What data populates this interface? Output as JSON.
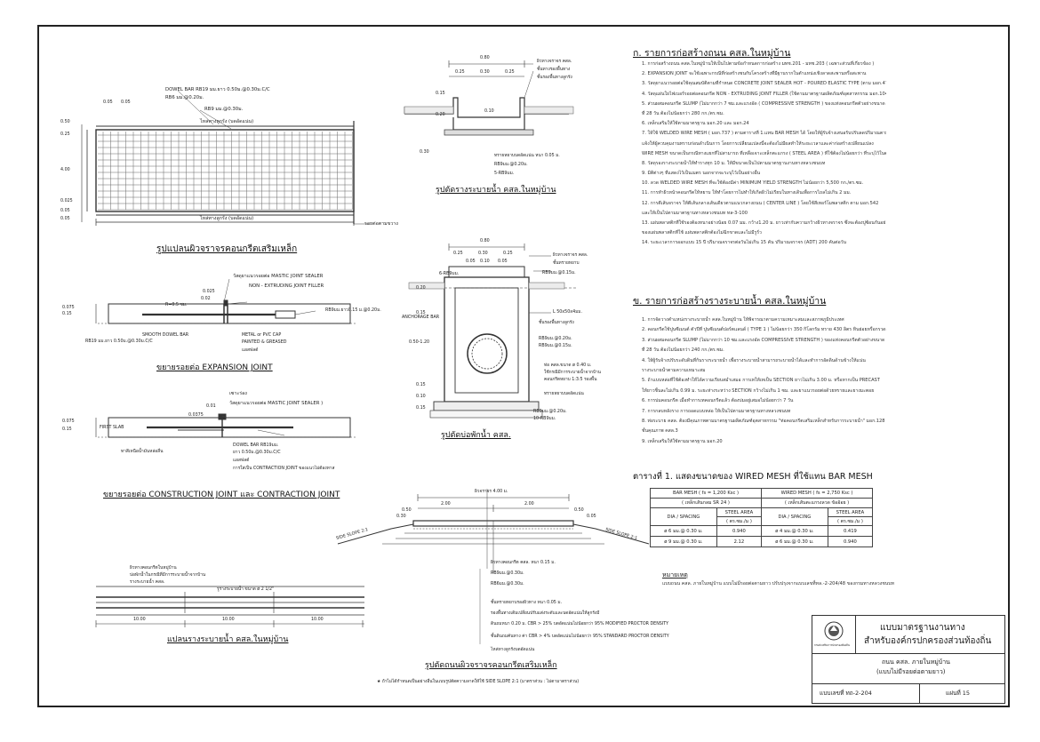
{
  "drawings": {
    "slab_plan": {
      "caption": "รูปแปลนผิวจราจรคอนกรีตเสริมเหล็ก",
      "dowel_note": "DOWEL BAR RB19 มม.ยาว 0.50ม.@0.30ม.C/C",
      "rb6_note": "RB6 มม.@0.20ม.",
      "rb9_note": "RB9 มม.@0.30ม.",
      "shoulder_top": "ไหล่ทางลูกรัง (บดอัดแน่น)",
      "shoulder_bottom": "ไหล่ทางลูกรัง (บดอัดแน่น)",
      "joint_note": "รอยต่อตามขวาง",
      "dims": {
        "d005a": "0.05",
        "d005b": "0.05",
        "d050": "0.50",
        "d025": "0.25",
        "d400": "4.00",
        "d0025": "0.025",
        "d005c": "0.05",
        "d005d": "0.05"
      }
    },
    "expansion_joint": {
      "caption": "ขยายรอยต่อ EXPANSION   JOINT",
      "sealer": "วัสดุยาแนวรอยต่อ MASTIC JOINT SEALER",
      "filler": "NON - EXTRUDING JOINT FILLER",
      "r_note": "R=0.5 ซม.",
      "rb9": "RB9มม.ยาว0.15 ม.@0.20ม.",
      "dowel_smooth": "SMOOTH DOWEL BAR",
      "dowel_spec": "RB19 มม.ยาว 0.50ม.@0.30ม.C/C",
      "cap_note": "METAL or PVC CAP",
      "painted": "PAINTED & GREASED",
      "asphalt": "แอสฟลต์",
      "d0075": "0.075",
      "d015": "0.15",
      "d0025": "0.025",
      "d002": "0.02"
    },
    "construction_joint": {
      "caption": "ขยายรอยต่อ CONSTRUCTION  JOINT และ  CONTRACTION  JOINT",
      "saw_cut": "เซาะร่อง",
      "sealer": "วัสดุยาแนวรอยต่อ MASTIC JOINT SEALER )",
      "first_slab": "FIRST SLAB",
      "dowel": "DOWEL BAR RB19มม.",
      "dowel_spec": "ยาว 0.50ม.@0.30ม.C/C",
      "asphalt": "แอสฟลต์",
      "contraction": "การใส่เป็น CONTRACTION  JOINT ของแนวไม่ต้องทาส",
      "keyway": "ทาสีเหนือน้ำมันหล่อลื่น",
      "d0075": "0.075",
      "d015": "0.15",
      "d001": "0.01",
      "d00375": "0.0375"
    },
    "drain_section": {
      "caption": "รูปตัดรางระบายน้ำ คสล.ในหมู่บ้าน",
      "top_dim": "0.80",
      "d025a": "0.25",
      "d030": "0.30",
      "d025b": "0.25",
      "d010": "0.10",
      "d015": "0.15",
      "d020": "0.20",
      "d030b": "0.30",
      "road_surface": "ผิวทางจราจร คสล.",
      "base": "ชั้นทางรองพื้นทาง",
      "subbase": "ชั้นรองพื้นทางลูกรัง",
      "sand": "ทรายหยาบบดอัดแน่น หนา 0.05 ม.",
      "rb9": "RB9มม.@0.20ม.",
      "rb6": "5-RB9มม."
    },
    "manhole": {
      "caption": "รูปตัดบ่อพักน้ำ  คสล.",
      "d080": "0.80",
      "d025a": "0.25",
      "d030": "0.30",
      "d025b": "0.25",
      "d005a": "0.05",
      "d005b": "0.05",
      "d010": "0.10",
      "d020": "0.20",
      "d015a": "0.15",
      "depth": "0.50-1.20",
      "d015b": "0.15",
      "d010b": "0.10",
      "d015c": "0.15",
      "rb9_top": "6-RB9มม.",
      "rb9_spacing": "RB9มม.@0.15ม.",
      "road": "ผิวทางจราจร คสล.",
      "base": "ชั้นทรายหยาบ",
      "angle": "L 50x50x4มม.",
      "anchorage": "ANCHORAGE BAR",
      "rb9_0_20": "RB9มม.@0.20ม.",
      "rb9_0_15": "RB9มม.@0.15ม.",
      "subbase": "ชั้นรองพื้นทางลูกรัง",
      "pipe_note": "ท่อ คสล.ขนาด ø 0.40 ม.",
      "pipe_note2": "ใช้กรณีมีการระบายน้ำจากบ้าน",
      "concrete": "คอนกรีตหยาบ 1:3:5 รองพื้น",
      "sand": "ทรายหยาบบดอัดแน่น",
      "rb9_b": "RB9มม.@0.20ม.",
      "rb10": "10-RB9มม."
    },
    "drain_plan": {
      "caption": "แปลนรางระบายน้ำ คสล.ในหมู่บ้าน",
      "note1": "ผิวทางคอนกรีตในหมู่บ้าน",
      "note2": "บ่อพักน้ำในกรณีที่มีการระบายน้ำจากบ้าน",
      "note3": "รางระบายน้ำ คสล.",
      "note4": "รูรางระบายน้ำ ขนาด ø 2  1/2\"",
      "dims": [
        "10.00",
        "10.00",
        "10.00"
      ]
    },
    "road_section": {
      "caption": "รูปตัดถนนผิวจราจรคอนกรีตเสริมเหล็ก",
      "footnote": "★ ถ้าไม่ได้กำหนดเป็นอย่างอื่นในแบบรูปตัดความลาดให้ใช้  SIDE SLOPE 2:1  (มาตราส่วน : ไม่ตามาตราส่วน)",
      "width": "ผิวจราจร 4.00 ม.",
      "d200a": "2.00",
      "d200b": "2.00",
      "d050a": "0.50",
      "d050b": "0.50",
      "d030": "0.30",
      "d005": "0.05",
      "side_slope_left": "SIDE SLOPE 2:1",
      "side_slope_right": "SIDE SLOPE 2:1",
      "layers": [
        "ผิวทางคอนกรีต คสล. หนา 0.15 ม.",
        "RB9มม.@0.30ม.",
        "RB6มม.@0.30ม.",
        "ชั้นทรายหยาบรองผิวทาง หนา 0.05 ม.",
        "รองพื้นทางเดิมเปลี่ยนปรับแต่งระดับและบดอัดแน่นให้ลูกรังมี",
        "ดินถมหนา 0.20 ม. CBR > 25% บดอัดแน่นไม่น้อยกว่า 95% MODIFIED PROCTOR DENSITY",
        "ชั้นดินถมคันทาง ค่า CBR > 4% บดอัดแน่นไม่น้อยกว่า 95% STANDARD PROCTOR DENSITY",
        "ไหล่ทางลูกรังบดอัดแน่น"
      ]
    }
  },
  "specs": {
    "section_a_title": "ก. รายการก่อสร้างถนน คสล.ในหมู่บ้าน",
    "section_a": [
      "1.  การก่อสร้างถนน คสล.ในหมู่บ้านให้เป็นไปตามข้อกำหนดการก่อสร้าง มทช.201 - มทช.203  ( เฉพาะส่วนที่เกี่ยวข้อง )",
      "2.  EXPANSION JOINT จะใช้เฉพาะกรณีที่ก่อสร้างชนกับโครงสร้างที่มีฐานรากในตำแหน่งเชิงลาดสะพานหรือสะพาน",
      "3.  วัสดุยาแนวรอยต่อใช้คุณสมบัติตามที่กำหนด CONCRETE JOINT SEALER HOT - POURED ELASTIC TYPE (ตาม มอก.479",
      "4.  วัสดุแผ่นใยไฟเบอร์รอยต่อคอนกรีต NON - EXTRUDING JOINT FILLER (ใช้ตามมาตรฐานผลิตภัณฑ์อุตสาหกรรม มอก.104)",
      "5.  ส่วนผสมคอนกรีต SLUMP (ไม่มากกว่า 7 ซม.และแรงอัด ( COMPRESSIVE STRENGTH ) ของแท่งคอนกรีตตัวอย่างขนาด 15x15x15 ซม.",
      "     ที่ 28 วัน ต้องไม่น้อยกว่า 280 กก./ตร.ซม.",
      "6.  เหล็กเสริมให้ใช้ตามมาตรฐาน มอก.20 และ มอก.24",
      "7.  ให้ใช้ WELDED WIRE MESH ( มอก.737 ) ตามตารางที่ 1.แทน BAR MESH ได้ โดยให้ผู้รับจ้างเสนอรับปรับลดปริมาณตามผู้ควบคุม",
      "     แจ้งให้ผู้ควบคุมงานทราบก่อนดำเนินการ โดยการเปลี่ยนแปลงนี้จะต้องไม่มีผลทำให้ระยะเวลาและค่าก่อสร้างเปลี่ยนแปลง",
      "     WIRE MESH ขนาดเป็นกรณีทางแยกที่ไม่สามารถ ที่เหลือเจาะเหล็กตะแกรง ( STEEL AREA ) ที่ใช้ต้องไม่น้อยกว่า ที่ระบุไว้ในตาราง",
      "8.  วัสดุรองรางระบายน้ำให้ทำรางทุก 10 ม. ให้มีขนาดเป็นไปตามมาตรฐานงานทางหลวงชนบท",
      "9.  มิติต่างๆ ที่แสดงไว้เป็นเมตร นอกจากจะระบุไว้เป็นอย่างอื่น",
      "10. ลวด WELDED WIRE MESH ที่จะใช้ต้องมีค่า MINIMUM YIELD STRENGTH ไม่น้อยกว่า 5,500 กก./ตร.ซม.",
      "11. การทำผิวหน้าคอนกรีตให้หยาบ ให้ทำโดยการไม่ทำให้เกิดผิวไม่เรียบในทางเดินเพื่อการไถลไม่เกิน 2 มม.",
      "12. การตีเส้นจราจร ให้ตีเส้นกลางเส้นเดียวตามแนวกลางถนน ( CENTER LINE ) โดยใช้สีเทอร์โมพลาสติก ตาม มอก.542",
      "     และให้เป็นไปตามมาตรฐานทางหลวงชนบท ทล-3-100",
      "13. แผ่นพลาสติกที่ใช้รองต้องหนาอย่างน้อย 0.07 มม. กว้าง1.20 ม. ยาวเท่ากับความกว้างผิวทางจราจร ซึ่งจะต้องปูซ้อนกันอย่างน้อย 7%",
      "     ของแผ่นพลาสติกที่ใช้ แผ่นพลาสติกต้องไม่ฉีกขาดและไม่มีรูรั่ว",
      "14. ระยะเวลาการออกแบบ 15 ปี ปริมาณจราจรต่อวันไม่เกิน 15 คัน ปริมาณจราจร (ADT) 200 คันต่อวัน"
    ],
    "section_b_title": "ข. รายการก่อสร้างรางระบายน้ำ  คสล.ในหมู่บ้าน",
    "section_b": [
      "1.  การจัดวางตำแหน่งรางระบายน้ำ คสล.ในหมู่บ้าน ให้พิจารณาตามความเหมาะสมและสภาพภูมิประเทศ",
      "2.  คอนกรีตใช้ปูนซีเมนต์ ตัวปีที่ ปูนซีเมนต์ปอร์ตแลนด์ ( TYPE 1 ) ไม่น้อยกว่า 350 กิโลกรัม ทราย 430 ลิตร หินย่อยหรือกรวด 860 ลิตร",
      "3.  ส่วนผสมคอนกรีต SLUMP (ไม่มากกว่า 10 ซม.และแรงอัด COMPRESSIVE STRENGTH ) ของแท่งคอนกรีตตัวอย่างขนาด 15x15x15 ซม.",
      "     ที่ 28 วัน ต้องไม่น้อยกว่า 240 กก./ตร.ซม.",
      "4.  ให้ผู้รับจ้างปรับระดับดินที่ก้นรางระบายน้ำ เพื่อรางระบายน้ำสามารถระบายน้ำได้และทำการอัดดินด้านข้างให้แน่น",
      "     รางระบายน้ำตามความเหมาะสม",
      "5.  ถ้าแบบหล่อที่ใช้ต้องทำให้ได้ความเรียบสม่ำเสมอ การเทให้เทเป็น SECTION ยาวไม่เกิน 3.00 ม. หรือหากเป็น PRECAST",
      "     ให้ยาวชิ้นละไม่เกิน 0.99 ม. ระยะห่างระหว่าง SECTION กว้างไม่เกิน 1 ซม. และยาแนวรอยต่อด้วยทรายและยางมะตอย",
      "6.  การบ่มคอนกรีต เมื่อทำการเทคอนกรีตแล้ว ต้องบ่มอยู่เสมอไม่น้อยกว่า 7 วัน",
      "7.  การกลบหลังราง การถอดแบบหล่อ ให้เป็นไปตามมาตรฐานทางหลวงชนบท",
      "8.  ท่อระบาย คสล. ต้องมีคุณภาพตามมาตรฐานผลิตภัณฑ์อุตสาหกรรม \"ท่อคอนกรีตเสริมเหล็กสำหรับการระบายน้ำ\" มอก.128",
      "     ชั้นคุณภาพ คสล.3",
      "9.  เหล็กเสริมให้ใช้ตามมาตรฐาน มอก.20"
    ],
    "table_title": "ตารางที่ 1.  แสดงขนาดของ WIRED MESH ที่ใช้แทน BAR MESH",
    "table": {
      "bar_header": "BAR MESH  ( fs = 1,200 Ksc )",
      "bar_sub": "( เหล็กเส้นกลม SR 24 )",
      "wire_header": "WIRED MESH ( fs = 2,750 Ksc )",
      "wire_sub": "( เหล็กเส้นตะแกรงลวด ข้ออ้อย )",
      "col_dia": "DIA / SPACING",
      "col_steel": "STEEL AREA",
      "col_unit": "( ตร.ซม./ม )",
      "col_dia2": "DIA / SPACING",
      "col_steel2": "STEEL AREA",
      "col_unit2": "( ตร.ซม./ม )",
      "rows": [
        [
          "ø 6 มม.@ 0.30 ม.",
          "0.940",
          "ø 4 มม.@ 0.30 ม.",
          "0.419"
        ],
        [
          "ø 9 มม.@ 0.30 ม.",
          "2.12",
          "ø 6 มม.@ 0.30 ม.",
          "0.940"
        ]
      ]
    },
    "remark_title": "หมายเหตุ",
    "remark": "แบบถนน คสล. ภายในหมู่บ้าน แบบไม่มีรอยต่อตามยาว ปรับปรุงจากแบบเลขที่ทล.-2-204/48 ของกรมทางหลวงชนบท"
  },
  "title_block": {
    "org1": "แบบมาตรฐานงานทาง",
    "org2": "สำหรับองค์กรปกครองส่วนท้องถิ่น",
    "seal_text": "กรมส่งเสริมการปกครองท้องถิ่น",
    "title1": "ถนน คสล. ภายในหมู่บ้าน",
    "title2": "(แบบไม่มีรอยต่อตามยาว)",
    "sheet_no_label": "แบบเลขที่  ทถ-2-204",
    "page_label": "แผ่นที่ 15"
  }
}
